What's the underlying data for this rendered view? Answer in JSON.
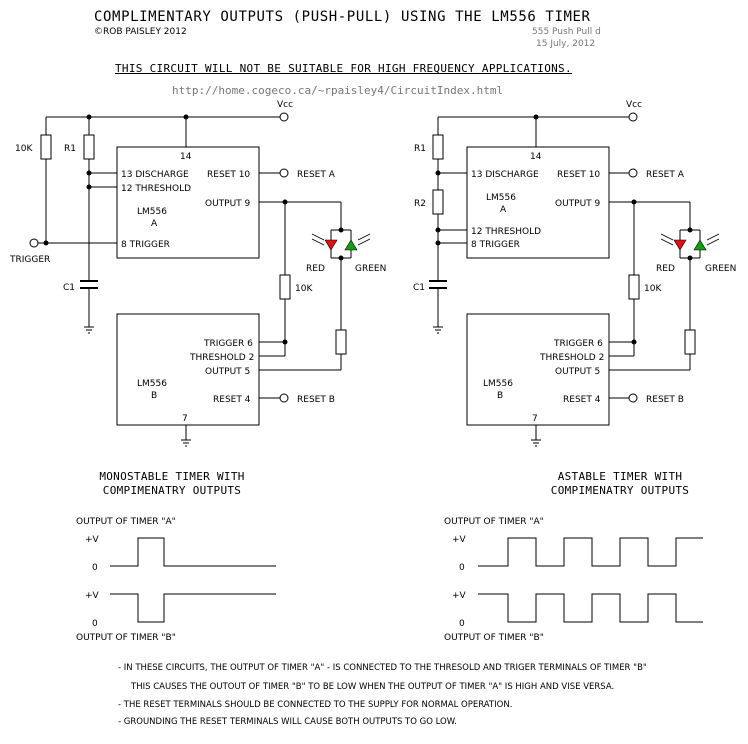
{
  "header": {
    "title": "COMPLIMENTARY OUTPUTS (PUSH-PULL) USING THE LM556 TIMER",
    "copyright": "©ROB PAISLEY 2012",
    "file_name": "555 Push Pull d",
    "date": "15 July, 2012",
    "warning": "THIS CIRCUIT WILL NOT BE SUITABLE FOR HIGH FREQUENCY APPLICATIONS.",
    "url": "http://home.cogeco.ca/~rpaisley4/CircuitIndex.html"
  },
  "left_circuit": {
    "vcc": "Vcc",
    "r_10k": "10K",
    "r1": "R1",
    "c1": "C1",
    "trigger_in": "TRIGGER",
    "chip_a_name": "LM556",
    "chip_a_unit": "A",
    "pin14": "14",
    "pin13": "13 DISCHARGE",
    "pin12": "12 THRESHOLD",
    "pin8": "8 TRIGGER",
    "pin10": "RESET 10",
    "pin9": "OUTPUT 9",
    "reset_a": "RESET  A",
    "led_red": "RED",
    "led_green": "GREEN",
    "r_out": "10K",
    "chip_b_name": "LM556",
    "chip_b_unit": "B",
    "pin6": "TRIGGER 6",
    "pin2": "THRESHOLD 2",
    "pin5": "OUTPUT 5",
    "pin4": "RESET 4",
    "pin7": "7",
    "reset_b": "RESET  B",
    "caption_line1": "MONOSTABLE TIMER WITH",
    "caption_line2": "COMPIMENATRY OUTPUTS"
  },
  "right_circuit": {
    "vcc": "Vcc",
    "r1": "R1",
    "r2": "R2",
    "c1": "C1",
    "chip_a_name": "LM556",
    "chip_a_unit": "A",
    "pin14": "14",
    "pin13": "13 DISCHARGE",
    "pin12": "12 THRESHOLD",
    "pin8": "8 TRIGGER",
    "pin10": "RESET 10",
    "pin9": "OUTPUT 9",
    "reset_a": "RESET  A",
    "led_red": "RED",
    "led_green": "GREEN",
    "r_out": "10K",
    "chip_b_name": "LM556",
    "chip_b_unit": "B",
    "pin6": "TRIGGER 6",
    "pin2": "THRESHOLD 2",
    "pin5": "OUTPUT 5",
    "pin4": "RESET 4",
    "pin7": "7",
    "reset_b": "RESET  B",
    "caption_line1": "ASTABLE TIMER WITH",
    "caption_line2": "COMPIMENATRY OUTPUTS"
  },
  "waveforms": {
    "label_a": "OUTPUT OF TIMER \"A\"",
    "label_b": "OUTPUT OF TIMER \"B\"",
    "plus_v": "+V",
    "zero": "0"
  },
  "notes": [
    "-  IN THESE CIRCUITS, THE OUTPUT OF TIMER \"A\" - IS CONNECTED TO THE THRESOLD AND TRIGER TERMINALS OF TIMER \"B\"",
    "THIS CAUSES THE OUTOUT OF TIMER \"B\" TO BE LOW WHEN THE OUTPUT OF TIMER \"A\" IS HIGH AND VISE VERSA.",
    "-  THE RESET TERMINALS SHOULD BE CONNECTED TO THE SUPPLY FOR NORMAL OPERATION.",
    "-  GROUNDING THE RESET TERMINALS WILL CAUSE BOTH OUTPUTS TO GO LOW."
  ],
  "colors": {
    "led_red": "#e01010",
    "led_green": "#10a010",
    "wire": "#000000",
    "muted_text": "#777777"
  }
}
